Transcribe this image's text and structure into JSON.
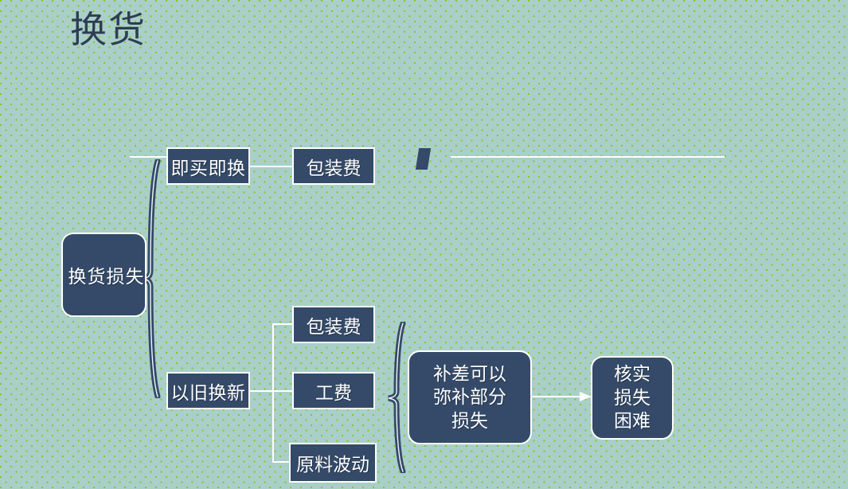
{
  "slide": {
    "title": "换货",
    "background_color": "#a9cfc9",
    "dot_color": "#8fc320",
    "node_fill": "#344a68",
    "node_border": "#ffffff",
    "connector_color": "#ffffff",
    "title_color": "#2e3e52"
  },
  "nodes": {
    "root": "换货损失",
    "branch_immediate": "即买即换",
    "branch_tradein": "以旧换新",
    "packaging_fee_top": "包装费",
    "packaging_fee_bottom": "包装费",
    "labor_fee": "工费",
    "material_fluctuation": "原料波动",
    "offset_partial_loss": "补差可以\n弥补部分\n损失",
    "offset_partial_loss_lines": [
      "补差可以",
      "弥补部分",
      "损失"
    ],
    "verify_loss_hard": "核实\n损失\n困难",
    "verify_loss_hard_lines": [
      "核实",
      "损失",
      "困难"
    ]
  },
  "connectors": {
    "left_lead_in": "horizontal-line",
    "immediate_to_packaging": "horizontal-line",
    "right_trailing_rule": "horizontal-line",
    "tree_spine": "vertical-line",
    "arrow_label": "arrow-right"
  },
  "decorations": {
    "tick_mark": "slanted-bar-mark",
    "brace_left": "left-curly-brace",
    "brace_right": "left-curly-brace"
  }
}
